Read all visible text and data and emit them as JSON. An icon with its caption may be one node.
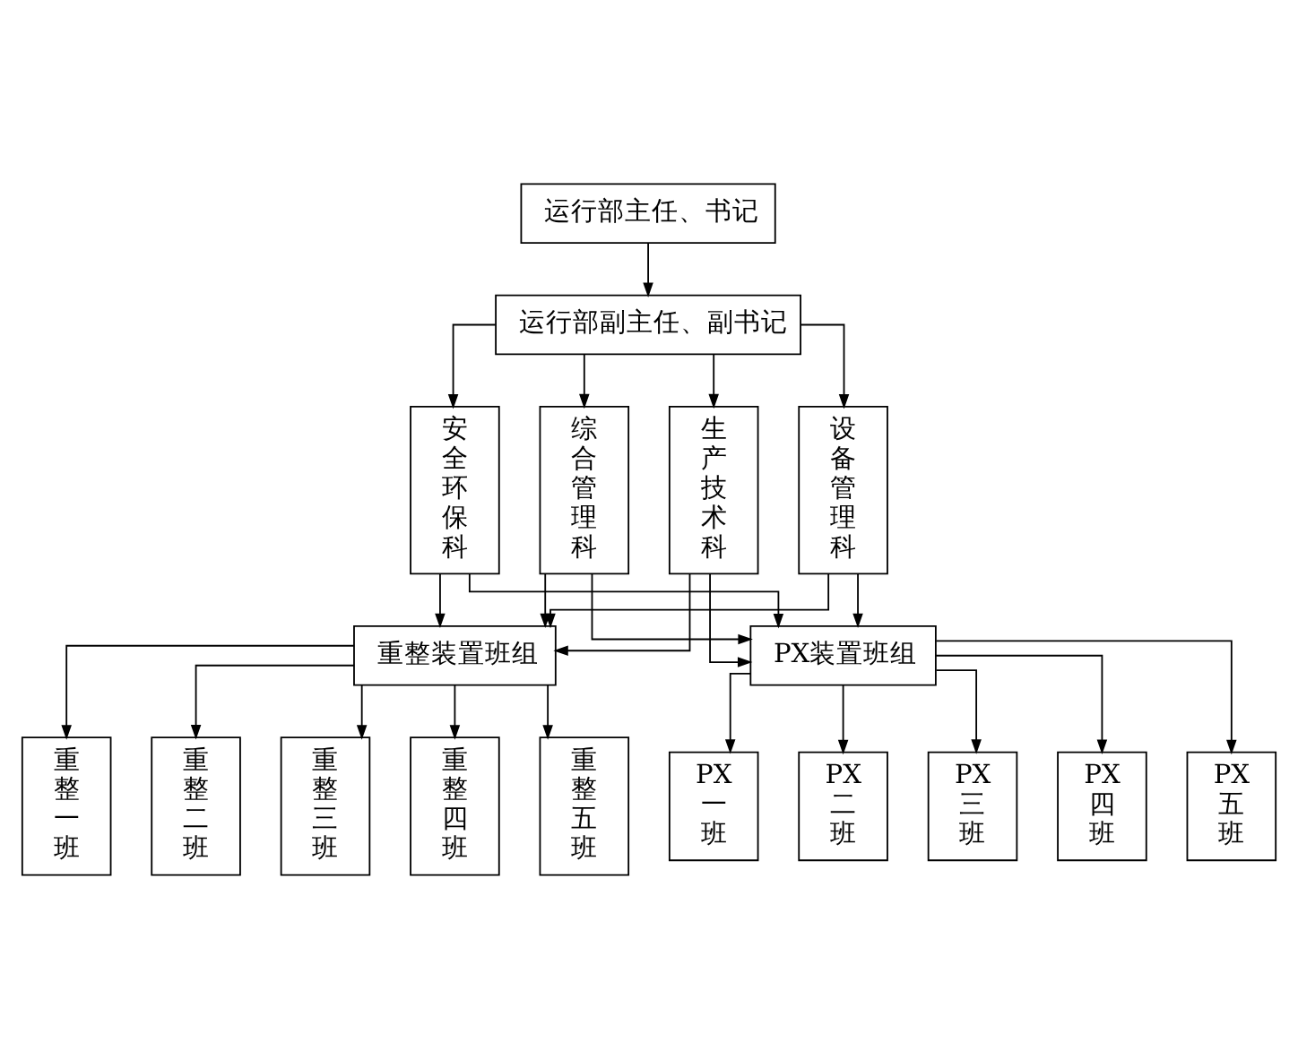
{
  "diagram": {
    "nodes": [
      {
        "text": [
          "运行部主任、书记"
        ]
      },
      {
        "text": [
          "运行部副主任、副书记"
        ]
      },
      {
        "text": [
          "生产技术科"
        ]
      },
      {
        "text": [
          "设备管理科"
        ]
      },
      {
        "text": [
          "安全环保科"
        ]
      },
      {
        "text": [
          "综合管理科"
        ]
      },
      {
        "text": [
          "重整装置班组"
        ]
      },
      {
        "text": [
          "PX装置班组"
        ]
      },
      {
        "text": [
          "重整一班"
        ]
      },
      {
        "text": [
          "重整二班"
        ]
      },
      {
        "text": [
          "重整三班"
        ]
      },
      {
        "text": [
          "重整四班"
        ]
      },
      {
        "text": [
          "重整五班"
        ]
      },
      {
        "text": [
          "PX一班"
        ]
      },
      {
        "text": [
          "PX二班"
        ]
      },
      {
        "text": [
          "PX三班"
        ]
      },
      {
        "text": [
          "PX四班"
        ]
      },
      {
        "text": [
          "PX五班"
        ]
      }
    ],
    "edges": [
      {
        "from": 0,
        "to": 1,
        "arrow": "to"
      },
      {
        "from": 1,
        "to": 2,
        "arrow": "to"
      },
      {
        "from": 1,
        "to": 3,
        "arrow": "to"
      },
      {
        "from": 1,
        "to": 4,
        "arrow": "to"
      },
      {
        "from": 1,
        "to": 5,
        "arrow": "to"
      },
      {
        "from": 2,
        "to": 6,
        "arrow": "to"
      },
      {
        "from": 2,
        "to": 7,
        "arrow": "to"
      },
      {
        "from": 3,
        "to": 6,
        "arrow": "to"
      },
      {
        "from": 3,
        "to": 7,
        "arrow": "to"
      },
      {
        "from": 4,
        "to": 6,
        "arrow": "to"
      },
      {
        "from": 4,
        "to": 7,
        "arrow": "to"
      },
      {
        "from": 5,
        "to": 6,
        "arrow": "to"
      },
      {
        "from": 5,
        "to": 7,
        "arrow": "to"
      },
      {
        "from": 6,
        "to": 8,
        "arrow": "to"
      },
      {
        "from": 6,
        "to": 9,
        "arrow": "to"
      },
      {
        "from": 6,
        "to": 10,
        "arrow": "to"
      },
      {
        "from": 6,
        "to": 11,
        "arrow": "to"
      },
      {
        "from": 6,
        "to": 12,
        "arrow": "to"
      },
      {
        "from": 7,
        "to": 13,
        "arrow": "to"
      },
      {
        "from": 7,
        "to": 14,
        "arrow": "to"
      },
      {
        "from": 7,
        "to": 15,
        "arrow": "to"
      },
      {
        "from": 7,
        "to": 16,
        "arrow": "to"
      },
      {
        "from": 7,
        "to": 17,
        "arrow": "to"
      }
    ]
  }
}
